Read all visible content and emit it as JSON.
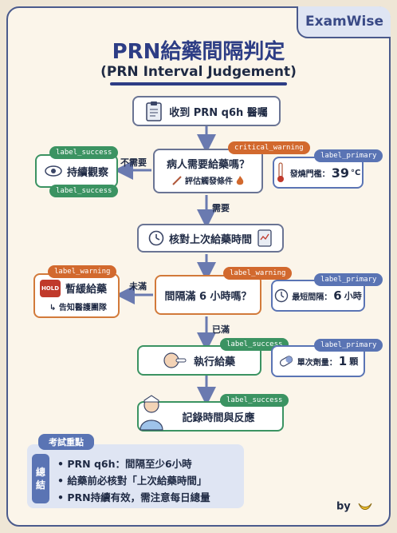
{
  "brand": "ExamWise",
  "title": "PRN給藥間隔判定",
  "subtitle": "(PRN Interval Judgement)",
  "nodes": {
    "start": "收到 PRN q6h 醫囑",
    "need_q": "病人需要給藥嗎？",
    "need_sub": "評估觸發條件",
    "continue": "持續觀察",
    "check_time": "核對上次給藥時間",
    "interval_q": "間隔滿 6 小時嗎？",
    "hold": "暫緩給藥",
    "hold_sub": "告知醫護團隊",
    "give": "執行給藥",
    "record": "記錄時間與反應"
  },
  "side_info": {
    "fever_label": "發燒門檻：",
    "fever_value": "39",
    "fever_unit": "°C",
    "min_interval_label": "最短間隔：",
    "min_interval_value": "6",
    "min_interval_unit": "小時",
    "dose_label": "單次劑量：",
    "dose_value": "1",
    "dose_unit": "顆"
  },
  "edge_labels": {
    "no_need": "不需要",
    "need": "需要",
    "not_full": "未滿",
    "full": "已滿"
  },
  "tags": {
    "success": "label_success",
    "warning": "label_warning",
    "primary": "label_primary",
    "critical": "critical_warning"
  },
  "notes": {
    "header": "考試重點",
    "side": [
      "總",
      "結"
    ],
    "items": [
      "• PRN q6h：間隔至少6小時",
      "• 給藥前必核對「上次給藥時間」",
      "• PRN持續有效，需注意每日總量"
    ]
  },
  "footer": "by",
  "icons": {
    "hold_sign": "HOLD"
  },
  "colors": {
    "navy": "#2d3d85",
    "green": "#3b9362",
    "orange": "#d2692e",
    "blue": "#5a74b4"
  }
}
